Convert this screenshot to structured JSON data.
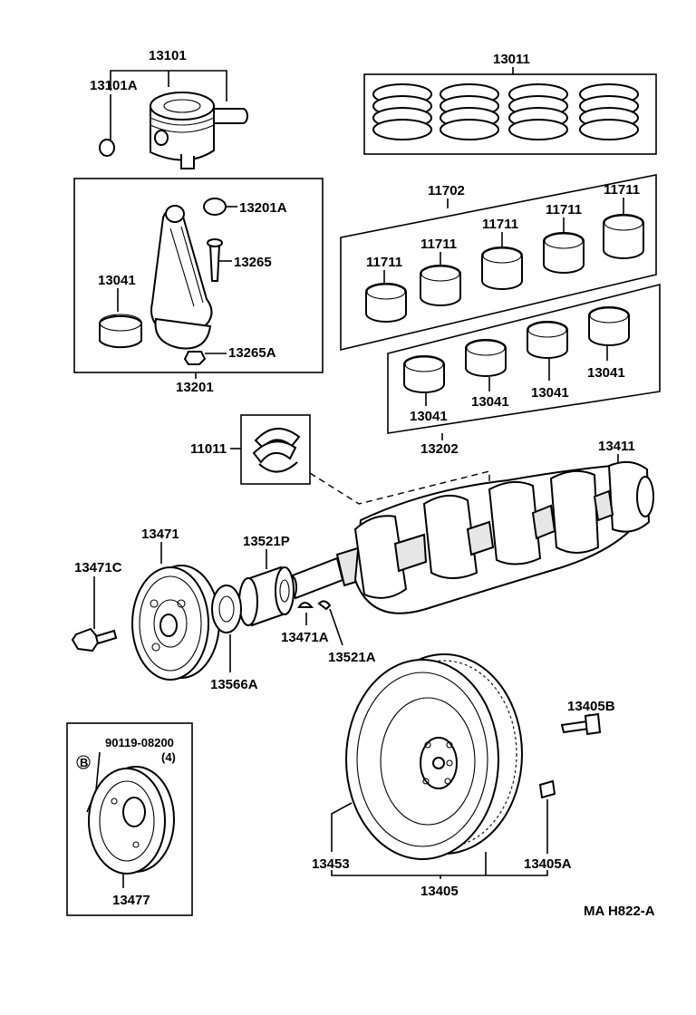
{
  "diagram": {
    "labels": {
      "p13101": "13101",
      "p13101A": "13101A",
      "p13011": "13011",
      "p13201A": "13201A",
      "p13265": "13265",
      "p13041_rod": "13041",
      "p13265A": "13265A",
      "p13201": "13201",
      "p11702": "11702",
      "p11711_a": "11711",
      "p11711_b": "11711",
      "p11711_c": "11711",
      "p11711_d": "11711",
      "p11711_e": "11711",
      "p13041_a": "13041",
      "p13041_b": "13041",
      "p13041_c": "13041",
      "p13041_d": "13041",
      "p13202": "13202",
      "p11011": "11011",
      "p13411": "13411",
      "p13471": "13471",
      "p13521P": "13521P",
      "p13471C": "13471C",
      "p13471A": "13471A",
      "p13521A": "13521A",
      "p13566A": "13566A",
      "p13405B": "13405B",
      "p90119": "90119-08200",
      "p_qty4": "(4)",
      "p_B": "B",
      "p13477": "13477",
      "p13453": "13453",
      "p13405A": "13405A",
      "p13405": "13405",
      "ref": "MA H822-A"
    }
  }
}
